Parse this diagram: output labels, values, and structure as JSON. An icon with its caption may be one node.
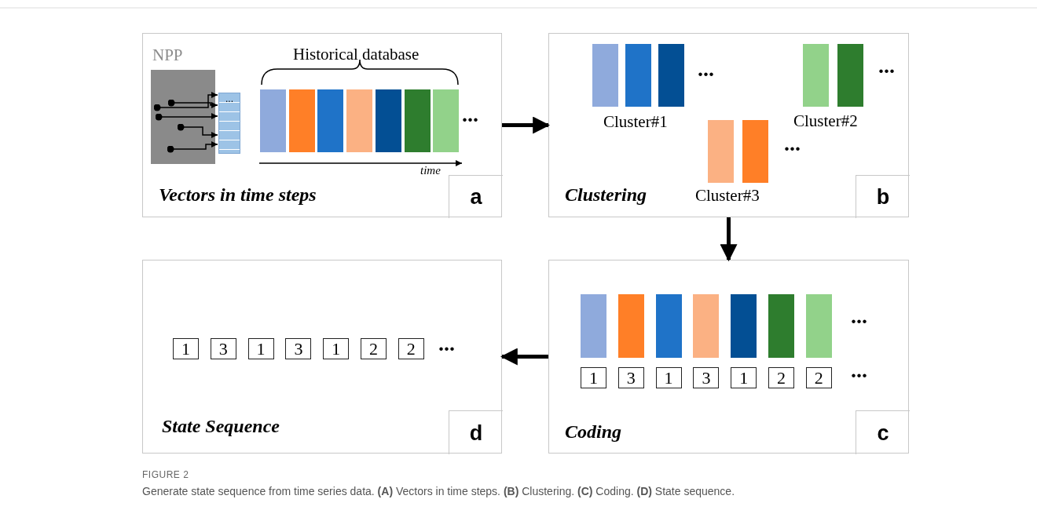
{
  "diagram": {
    "title": "FIGURE 2",
    "caption": "Generate state sequence from time series data. **(A)** Vectors in time steps. **(B)** Clustering. **(C)** Coding. **(D)** State sequence.",
    "nodes": [
      {
        "text": [
          "Vectors in time steps"
        ]
      },
      {
        "text": [
          "NPP"
        ],
        "in": 0
      },
      {
        "text": [
          "..."
        ],
        "in": 0
      },
      {
        "text": [],
        "shape": "bar",
        "in": 0
      },
      {
        "text": [],
        "shape": "bar",
        "in": 0
      },
      {
        "text": [],
        "shape": "bar",
        "in": 0
      },
      {
        "text": [],
        "shape": "bar",
        "in": 0
      },
      {
        "text": [],
        "shape": "bar",
        "in": 0
      },
      {
        "text": [],
        "shape": "bar",
        "in": 0
      },
      {
        "text": [],
        "shape": "bar",
        "in": 0
      },
      {
        "text": [
          "a"
        ],
        "in": 0
      },
      {
        "text": [
          "Clustering"
        ]
      },
      {
        "text": [],
        "shape": "bar",
        "in": 11
      },
      {
        "text": [],
        "shape": "bar",
        "in": 11
      },
      {
        "text": [],
        "shape": "bar",
        "in": 11
      },
      {
        "text": [],
        "shape": "bar",
        "in": 11
      },
      {
        "text": [],
        "shape": "bar",
        "in": 11
      },
      {
        "text": [],
        "shape": "bar",
        "in": 11
      },
      {
        "text": [],
        "shape": "bar",
        "in": 11
      },
      {
        "text": [
          "b"
        ],
        "in": 11
      },
      {
        "text": [
          "Coding"
        ]
      },
      {
        "text": [],
        "shape": "bar",
        "in": 20
      },
      {
        "text": [],
        "shape": "bar",
        "in": 20
      },
      {
        "text": [],
        "shape": "bar",
        "in": 20
      },
      {
        "text": [],
        "shape": "bar",
        "in": 20
      },
      {
        "text": [],
        "shape": "bar",
        "in": 20
      },
      {
        "text": [],
        "shape": "bar",
        "in": 20
      },
      {
        "text": [],
        "shape": "bar",
        "in": 20
      },
      {
        "text": [
          "1"
        ],
        "in": 20
      },
      {
        "text": [
          "3"
        ],
        "in": 20
      },
      {
        "text": [
          "1"
        ],
        "in": 20
      },
      {
        "text": [
          "3"
        ],
        "in": 20
      },
      {
        "text": [
          "1"
        ],
        "in": 20
      },
      {
        "text": [
          "2"
        ],
        "in": 20
      },
      {
        "text": [
          "2"
        ],
        "in": 20
      },
      {
        "text": [
          "c"
        ],
        "in": 20
      },
      {
        "text": [
          "State Sequence"
        ]
      },
      {
        "text": [
          "1"
        ],
        "in": 36
      },
      {
        "text": [
          "3"
        ],
        "in": 36
      },
      {
        "text": [
          "1"
        ],
        "in": 36
      },
      {
        "text": [
          "3"
        ],
        "in": 36
      },
      {
        "text": [
          "1"
        ],
        "in": 36
      },
      {
        "text": [
          "2"
        ],
        "in": 36
      },
      {
        "text": [
          "2"
        ],
        "in": 36
      },
      {
        "text": [
          "d"
        ],
        "in": 36
      }
    ],
    "edges": [
      {
        "from": 1,
        "to": 2,
        "arrow": "to"
      },
      {
        "from": 1,
        "to": 2,
        "arrow": "to"
      },
      {
        "from": 1,
        "to": 2,
        "arrow": "to"
      },
      {
        "from": 1,
        "to": 2,
        "arrow": "to"
      },
      {
        "from": 1,
        "to": 2,
        "arrow": "to"
      },
      {
        "from": 0,
        "to": 11,
        "arrow": "to",
        "style": "thick"
      },
      {
        "from": 11,
        "to": 20,
        "arrow": "to",
        "style": "thick"
      },
      {
        "from": 20,
        "to": 36,
        "arrow": "to",
        "style": "thick"
      }
    ],
    "labels": [
      "Historical database",
      "...",
      "time",
      "...",
      "Cluster#1",
      "...",
      "Cluster#2",
      "...",
      "Cluster#3",
      "...",
      "...",
      "..."
    ]
  }
}
